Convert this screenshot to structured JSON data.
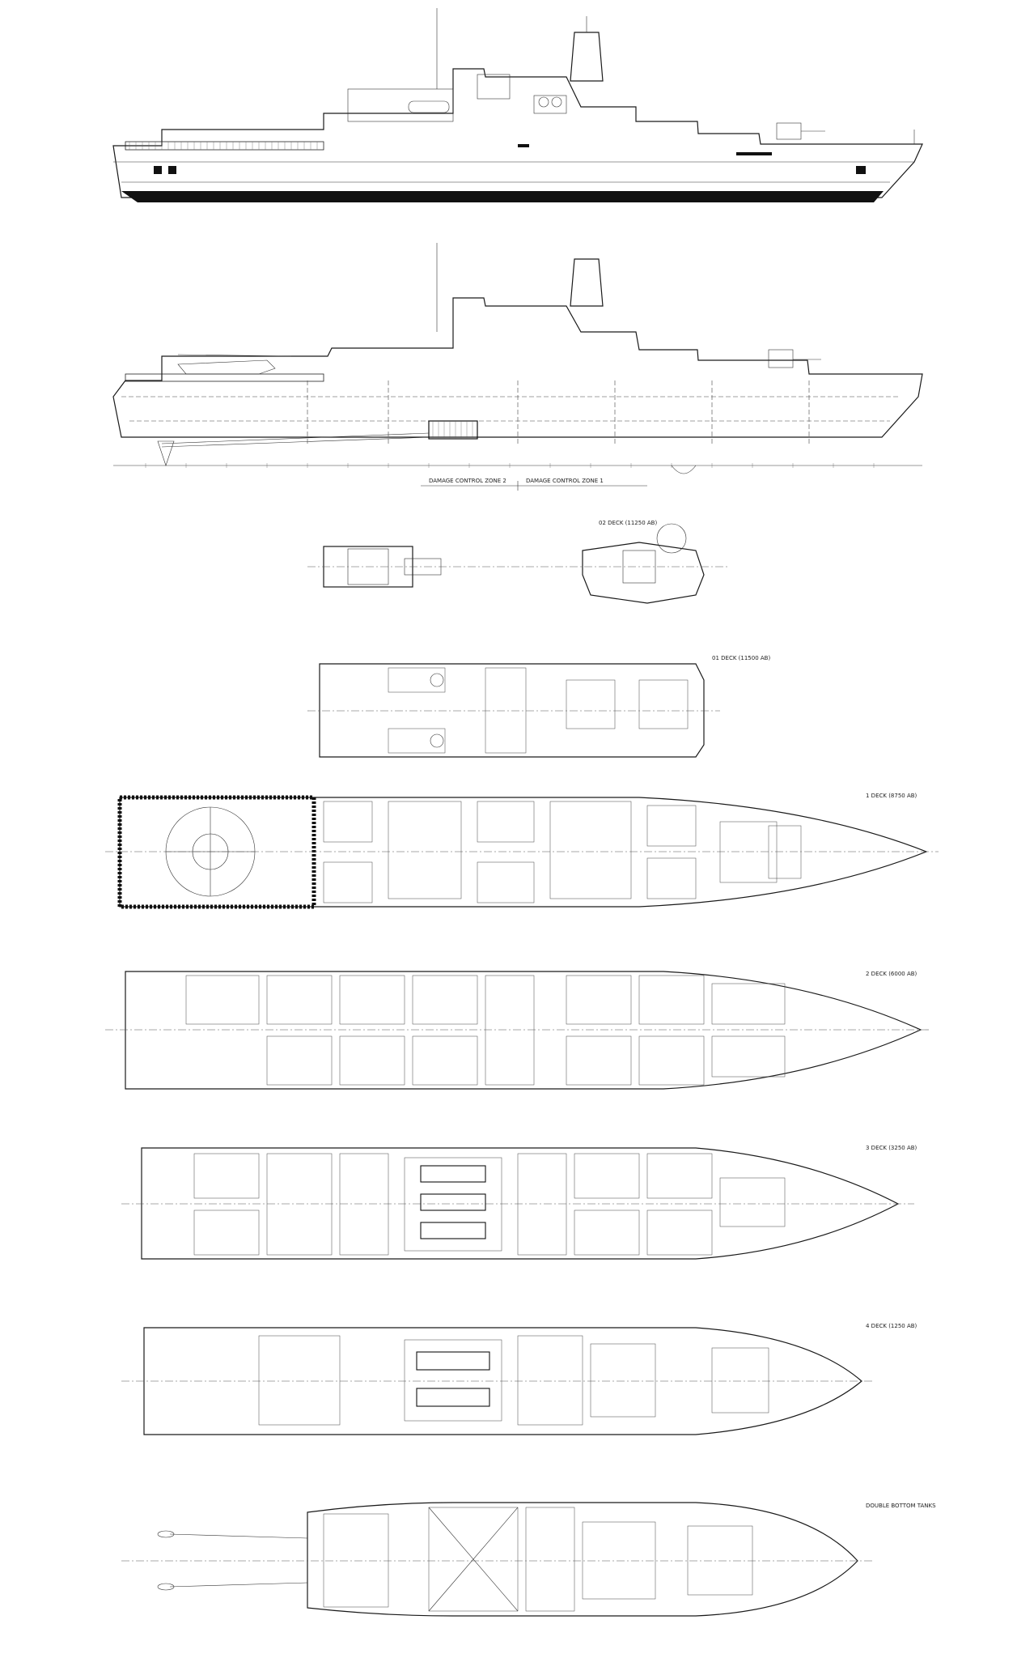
{
  "labels": {
    "damage_zone_2": "DAMAGE CONTROL ZONE 2",
    "damage_zone_1": "DAMAGE CONTROL ZONE 1",
    "deck_02": "02 DECK (11250 AB)",
    "deck_01": "01 DECK (11500 AB)",
    "deck_1": "1 DECK (8750 AB)",
    "deck_2": "2 DECK (6000 AB)",
    "deck_3": "3 DECK (3250 AB)",
    "deck_4": "4 DECK (1250 AB)",
    "double_bottom": "DOUBLE BOTTOM TANKS"
  },
  "colors": {
    "line": "#1a1a1a",
    "background": "#ffffff",
    "boot_topping": "#0d0d0d"
  }
}
